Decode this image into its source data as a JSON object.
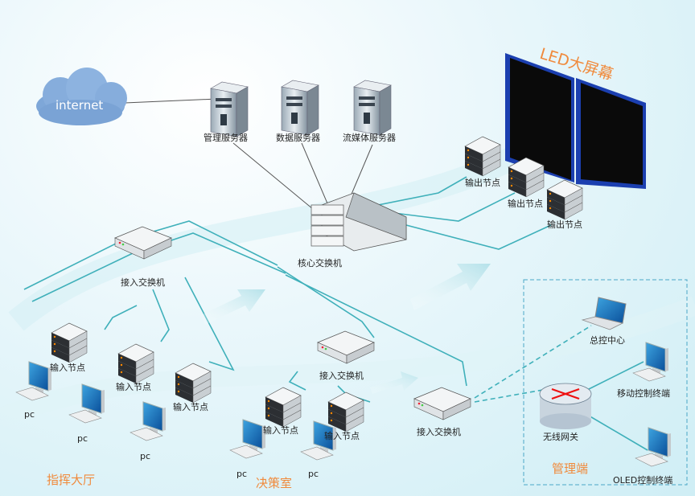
{
  "internet": "internet",
  "led_title": "LED大屏幕",
  "servers": [
    "管理服务器",
    "数据服务器",
    "流媒体服务器"
  ],
  "core_switch": "核心交换机",
  "access_switch": "接入交换机",
  "output_node": "输出节点",
  "input_node": "输入节点",
  "pc": "pc",
  "zones": {
    "command_hall": "指挥大厅",
    "decision_room": "决策室",
    "management": "管理端"
  },
  "management": {
    "control_center": "总控中心",
    "mobile_terminal": "移动控制终端",
    "wireless_gateway": "无线网关",
    "oled_terminal": "OLED控制终端"
  },
  "colors": {
    "link": "#3fb0ba",
    "zone_label": "#f08a3c",
    "screen_border": "#1b3fb0"
  }
}
